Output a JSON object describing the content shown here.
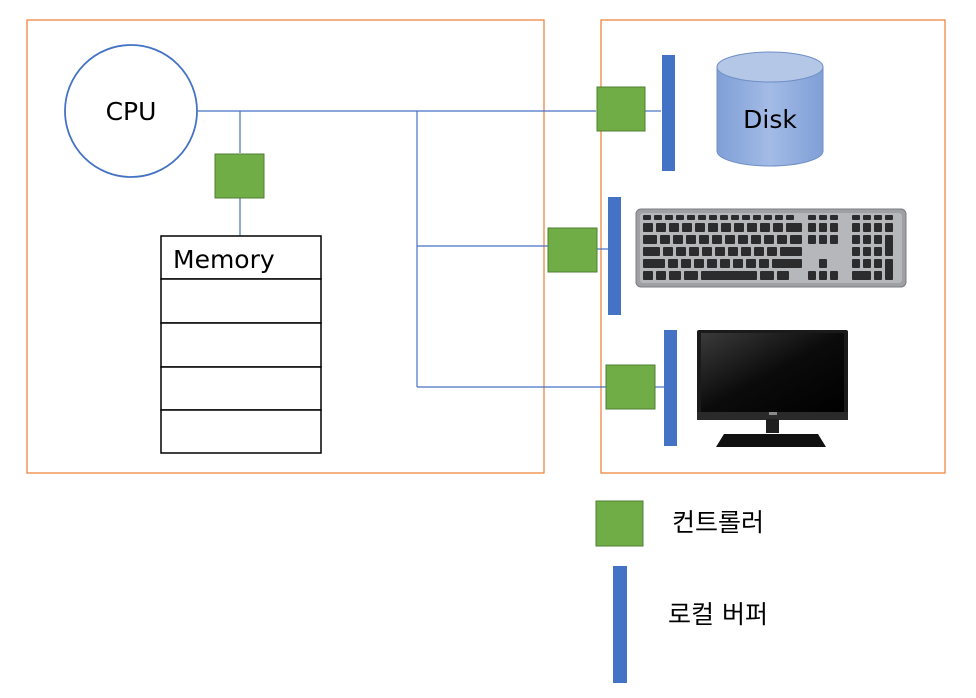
{
  "nodes": {
    "cpu": "CPU",
    "memory": "Memory",
    "disk": "Disk"
  },
  "legend": {
    "controller": "컨트롤러",
    "local_buffer": "로컬 버퍼"
  },
  "colors": {
    "region_border": "#ED7D31",
    "bus_line": "#4472C4",
    "controller": "#70AD47",
    "controller_border": "#507E32",
    "local_buffer": "#4472C4",
    "disk_fill": "#8FAADC"
  },
  "icons": {
    "keyboard": "keyboard-icon",
    "monitor": "monitor-icon",
    "disk": "disk-cylinder-icon"
  }
}
